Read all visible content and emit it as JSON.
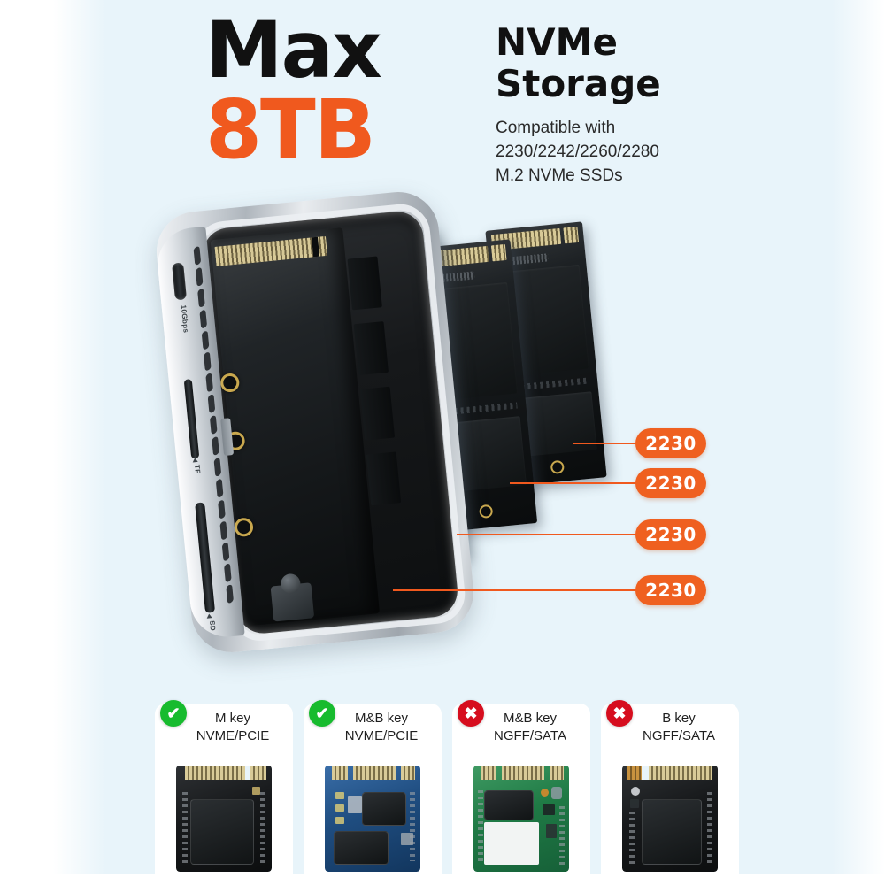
{
  "theme": {
    "background": "#ffffff",
    "panel_background": "#e8f4fa",
    "accent_orange": "#f0591e",
    "badge_orange": "#ef6020",
    "ok_green": "#17bb2e",
    "no_red": "#d60d1e",
    "text_dark": "#111111"
  },
  "header": {
    "max_label": "Max",
    "capacity_label": "8TB",
    "title_line1": "NVMe",
    "title_line2": "Storage",
    "subcopy_line1": "Compatible with",
    "subcopy_line2": "2230/2242/2260/2280",
    "subcopy_line3": "M.2 NVMe SSDs"
  },
  "enclosure": {
    "usbc_port_label": "10Gbps",
    "tf_slot_label": "TF",
    "sd_slot_label": "SD"
  },
  "callouts": [
    {
      "label": "2230"
    },
    {
      "label": "2230"
    },
    {
      "label": "2230"
    },
    {
      "label": "2230"
    }
  ],
  "compatibility_cards": [
    {
      "mark": "check",
      "mark_glyph": "✔",
      "key_type": "M key",
      "interface": "NVME/PCIE",
      "pcb_color": "black"
    },
    {
      "mark": "check",
      "mark_glyph": "✔",
      "key_type": "M&B key",
      "interface": "NVME/PCIE",
      "pcb_color": "blue"
    },
    {
      "mark": "cross",
      "mark_glyph": "✖",
      "key_type": "M&B key",
      "interface": "NGFF/SATA",
      "pcb_color": "green"
    },
    {
      "mark": "cross",
      "mark_glyph": "✖",
      "key_type": "B key",
      "interface": "NGFF/SATA",
      "pcb_color": "black"
    }
  ]
}
